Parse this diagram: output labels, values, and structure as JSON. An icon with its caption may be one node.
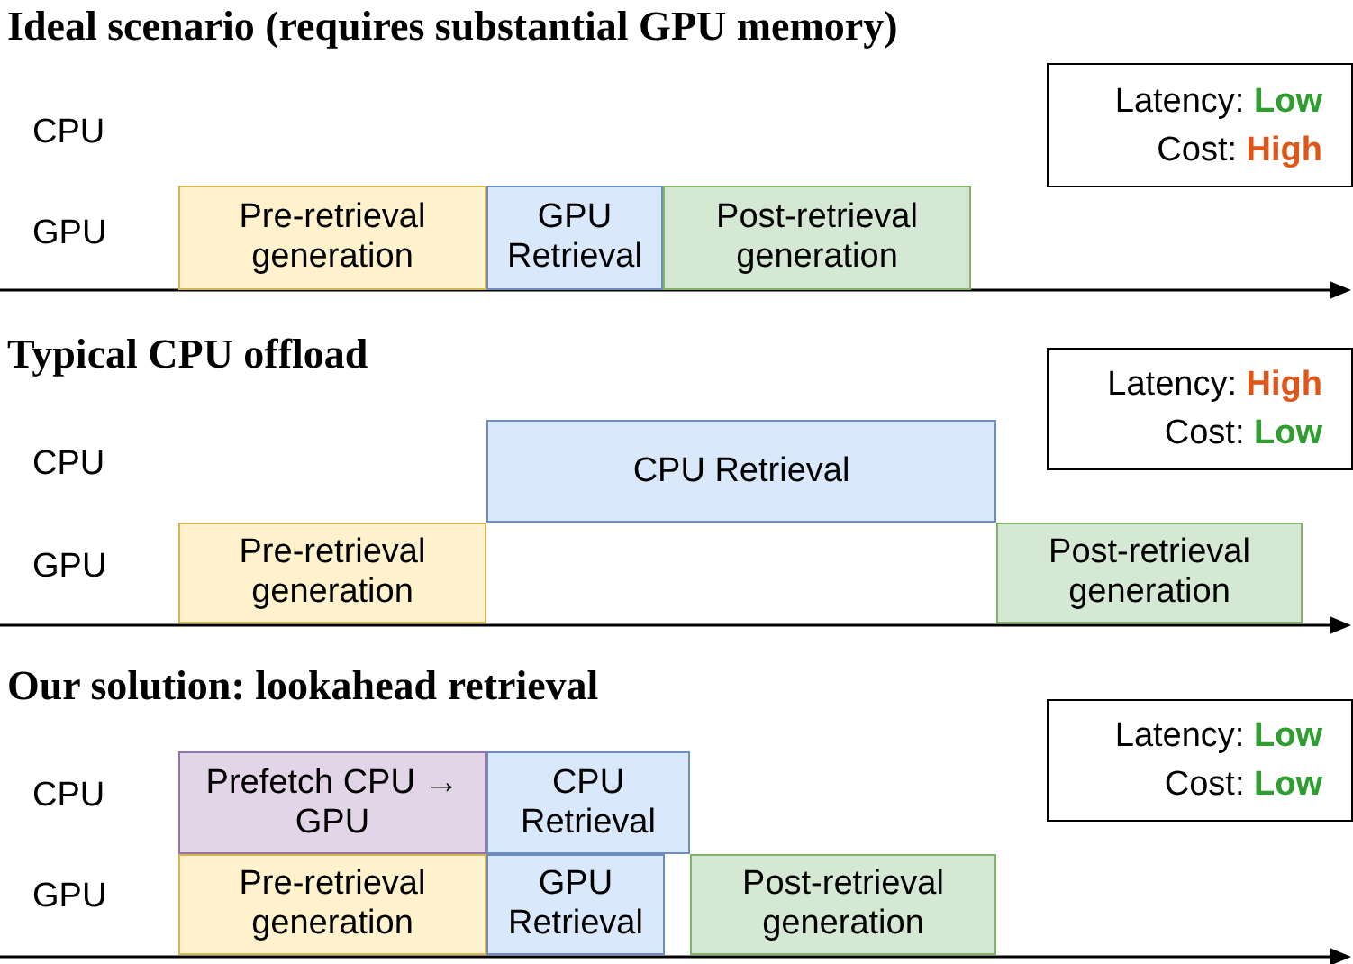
{
  "diagram": {
    "nodes": [
      {
        "text": [
          "Latency: **Low**",
          "Cost: **High**"
        ]
      },
      {
        "text": [
          "Pre-retrieval generation"
        ]
      },
      {
        "text": [
          "GPU Retrieval"
        ]
      },
      {
        "text": [
          "Post-retrieval generation"
        ]
      },
      {
        "text": [
          "Latency: **High**",
          "Cost: **Low**"
        ]
      },
      {
        "text": [
          "CPU Retrieval"
        ]
      },
      {
        "text": [
          "Pre-retrieval generation"
        ]
      },
      {
        "text": [
          "Post-retrieval generation"
        ]
      },
      {
        "text": [
          "Latency: **Low**",
          "Cost: **Low**"
        ]
      },
      {
        "text": [
          "Prefetch CPU → GPU"
        ]
      },
      {
        "text": [
          "CPU Retrieval"
        ]
      },
      {
        "text": [
          "Pre-retrieval generation"
        ]
      },
      {
        "text": [
          "GPU Retrieval"
        ]
      },
      {
        "text": [
          "Post-retrieval generation"
        ]
      }
    ],
    "labels": [
      "Ideal scenario (requires substantial GPU memory)",
      "CPU",
      "GPU",
      "Typical CPU offload",
      "CPU",
      "GPU",
      "Our solution: lookahead retrieval",
      "CPU",
      "GPU"
    ]
  }
}
